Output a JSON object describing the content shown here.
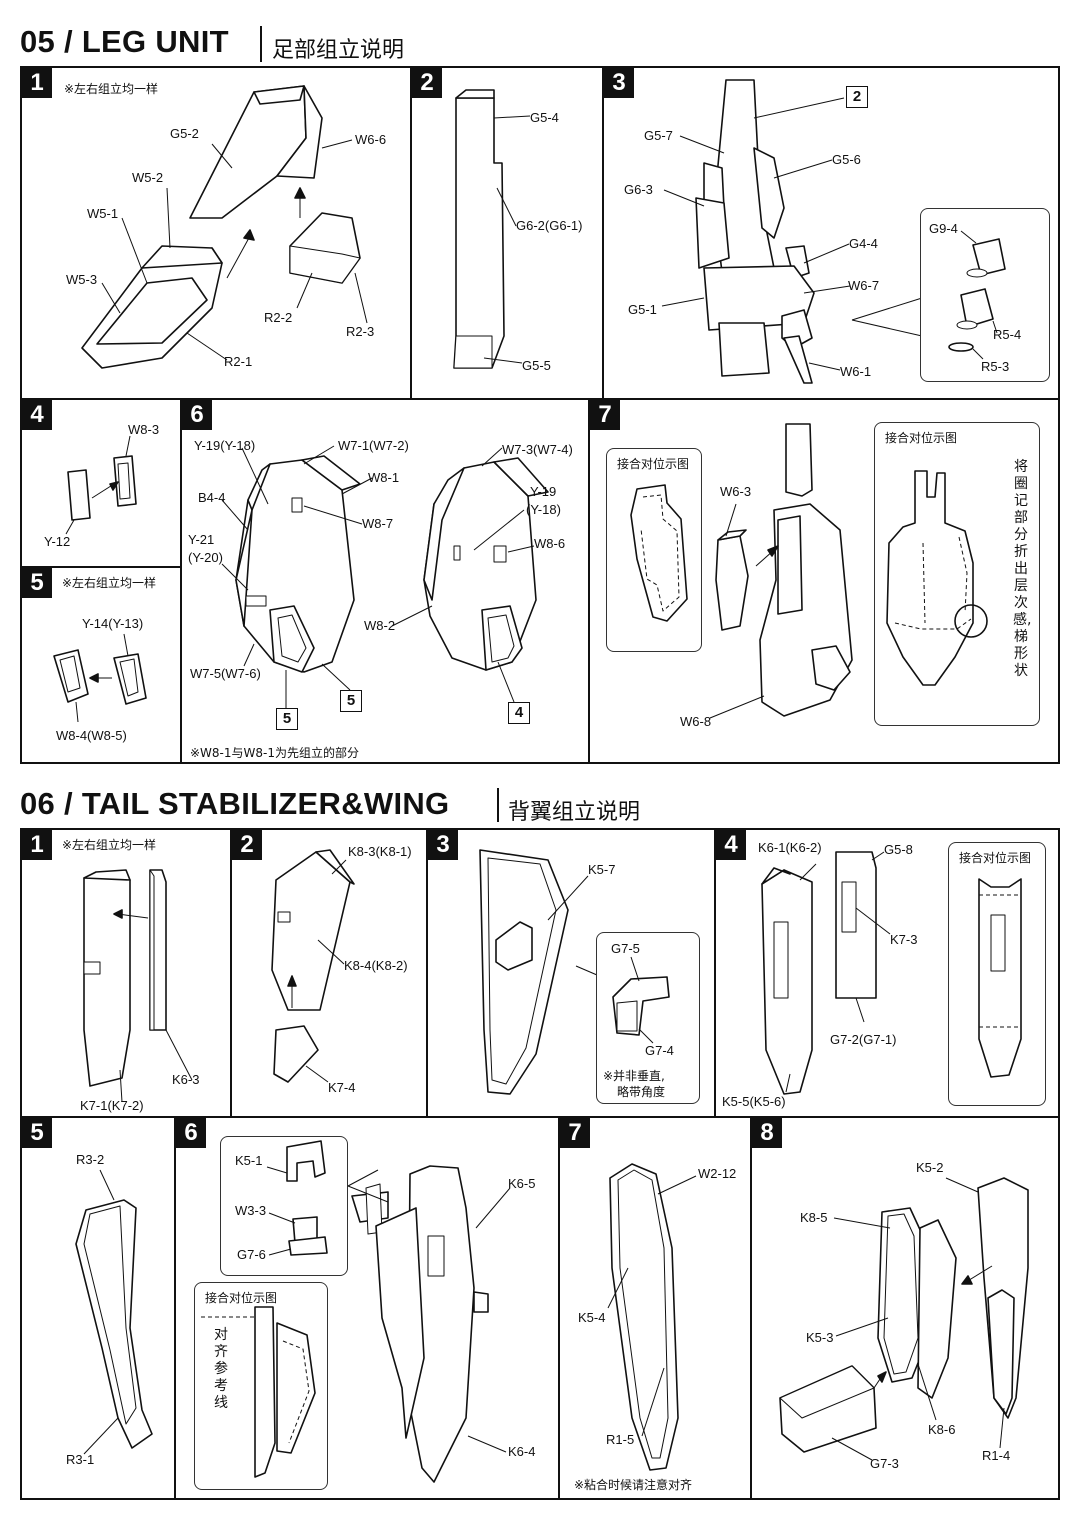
{
  "section05": {
    "title": "05 / LEG UNIT",
    "subtitle": "足部组立说明",
    "steps": {
      "s1": {
        "num": "1",
        "note": "※左右组立均一样",
        "labels": {
          "g5_2": "G5-2",
          "w6_6": "W6-6",
          "w5_2": "W5-2",
          "w5_1": "W5-1",
          "w5_3": "W5-3",
          "r2_1": "R2-1",
          "r2_2": "R2-2",
          "r2_3": "R2-3"
        }
      },
      "s2": {
        "num": "2",
        "labels": {
          "g5_4": "G5-4",
          "g6_2": "G6-2(G6-1)",
          "g5_5": "G5-5"
        }
      },
      "s3": {
        "num": "3",
        "ref": "2",
        "labels": {
          "g5_7": "G5-7",
          "g5_6": "G5-6",
          "g6_3": "G6-3",
          "g4_4": "G4-4",
          "w6_7": "W6-7",
          "g5_1": "G5-1",
          "w6_1": "W6-1",
          "g9_4": "G9-4",
          "r5_4": "R5-4",
          "r5_3": "R5-3"
        }
      },
      "s4": {
        "num": "4",
        "labels": {
          "w8_3": "W8-3",
          "y12": "Y-12"
        }
      },
      "s5": {
        "num": "5",
        "note": "※左右组立均一样",
        "labels": {
          "y14": "Y-14(Y-13)",
          "w8_4": "W8-4(W8-5)"
        }
      },
      "s6": {
        "num": "6",
        "refs": [
          "5",
          "5",
          "4"
        ],
        "note": "※W8-1与W8-1为先组立的部分",
        "labels": {
          "y19a": "Y-19(Y-18)",
          "w7_1": "W7-1(W7-2)",
          "w8_1": "W8-1",
          "b4_4": "B4-4",
          "w8_7": "W8-7",
          "y21": "Y-21",
          "y20": "(Y-20)",
          "w7_5": "W7-5(W7-6)",
          "w7_3": "W7-3(W7-4)",
          "y19b": "Y-19",
          "y18b": "(Y-18)",
          "w8_6": "W8-6",
          "w8_2": "W8-2"
        }
      },
      "s7": {
        "num": "7",
        "inset1": "接合对位示图",
        "inset2": "接合对位示图",
        "vnote": "将圈记部分折出层次感,梯形状",
        "labels": {
          "w6_3": "W6-3",
          "w6_8": "W6-8"
        }
      }
    }
  },
  "section06": {
    "title": "06 / TAIL STABILIZER&WING",
    "subtitle": "背翼组立说明",
    "steps": {
      "s1": {
        "num": "1",
        "note": "※左右组立均一样",
        "labels": {
          "k6_3": "K6-3",
          "k7_1": "K7-1(K7-2)"
        }
      },
      "s2": {
        "num": "2",
        "labels": {
          "k8_3": "K8-3(K8-1)",
          "k8_4": "K8-4(K8-2)",
          "k7_4": "K7-4"
        }
      },
      "s3": {
        "num": "3",
        "note1": "※并非垂直,",
        "note2": "略带角度",
        "labels": {
          "k5_7": "K5-7",
          "g7_5": "G7-5",
          "g7_4": "G7-4"
        }
      },
      "s4": {
        "num": "4",
        "inset": "接合对位示图",
        "labels": {
          "k6_1": "K6-1(K6-2)",
          "g5_8": "G5-8",
          "k7_3": "K7-3",
          "g7_2": "G7-2(G7-1)",
          "k5_5": "K5-5(K5-6)"
        }
      },
      "s5": {
        "num": "5",
        "labels": {
          "r3_2": "R3-2",
          "r3_1": "R3-1"
        }
      },
      "s6": {
        "num": "6",
        "inset": "接合对位示图",
        "vnote": "对齐参考线",
        "labels": {
          "k5_1": "K5-1",
          "w3_3": "W3-3",
          "g7_6": "G7-6",
          "k6_5": "K6-5",
          "k6_4": "K6-4"
        }
      },
      "s7": {
        "num": "7",
        "note": "※粘合时候请注意对齐",
        "labels": {
          "w2_12": "W2-12",
          "k5_4": "K5-4",
          "r1_5": "R1-5"
        }
      },
      "s8": {
        "num": "8",
        "labels": {
          "k5_2": "K5-2",
          "k8_5": "K8-5",
          "k5_3": "K5-3",
          "k8_6": "K8-6",
          "g7_3": "G7-3",
          "r1_4": "R1-4"
        }
      }
    }
  }
}
